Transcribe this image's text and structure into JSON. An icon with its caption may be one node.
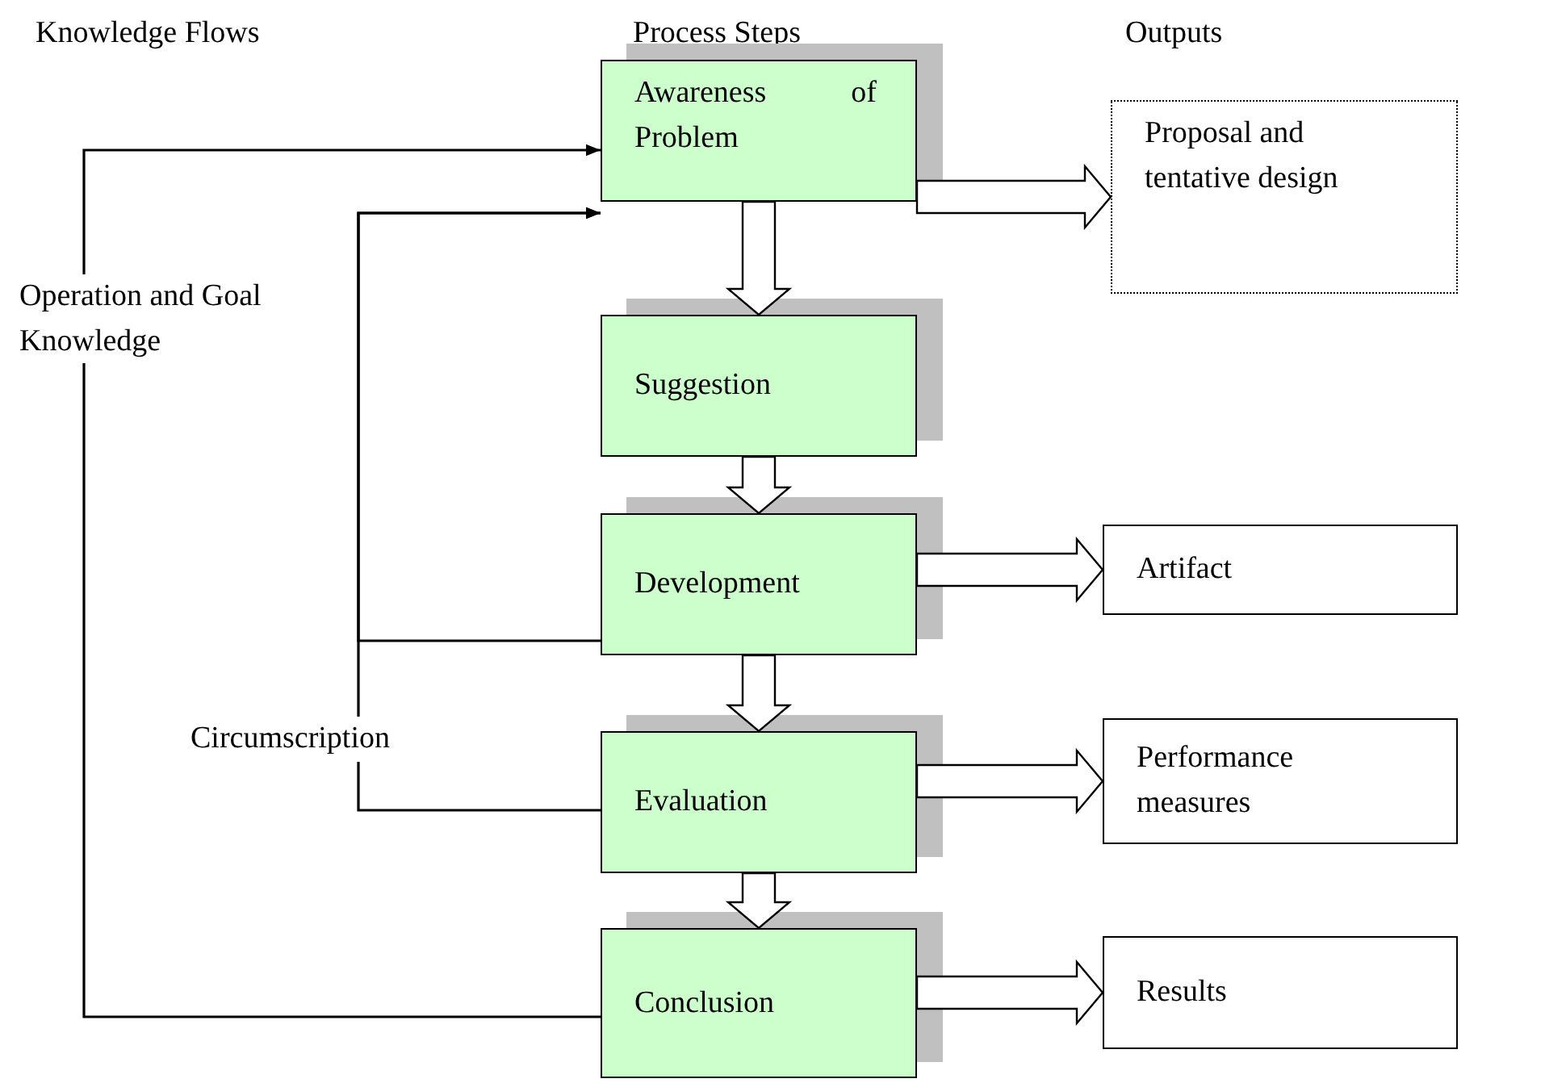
{
  "diagram": {
    "nodes": [
      {
        "text": [
          "Awareness of Problem"
        ]
      },
      {
        "text": [
          "Suggestion"
        ]
      },
      {
        "text": [
          "Development"
        ]
      },
      {
        "text": [
          "Evaluation"
        ]
      },
      {
        "text": [
          "Conclusion"
        ]
      },
      {
        "text": [
          "Proposal and tentative design"
        ]
      },
      {
        "text": [
          "Artifact"
        ]
      },
      {
        "text": [
          "Performance measures"
        ]
      },
      {
        "text": [
          "Results"
        ]
      }
    ],
    "edges": [
      {
        "from": 4,
        "to": 0,
        "arrow": "to",
        "label": "Operation and Goal Knowledge"
      },
      {
        "from": 2,
        "to": 0,
        "arrow": "to"
      },
      {
        "from": 3,
        "to": 0,
        "arrow": "to",
        "label": "Circumscription"
      },
      {
        "from": 0,
        "to": 1,
        "arrow": "to"
      },
      {
        "from": 1,
        "to": 2,
        "arrow": "to"
      },
      {
        "from": 2,
        "to": 3,
        "arrow": "to"
      },
      {
        "from": 3,
        "to": 4,
        "arrow": "to"
      },
      {
        "from": 0,
        "to": 5,
        "arrow": "to"
      },
      {
        "from": 2,
        "to": 6,
        "arrow": "to"
      },
      {
        "from": 3,
        "to": 7,
        "arrow": "to"
      },
      {
        "from": 4,
        "to": 8,
        "arrow": "to"
      }
    ],
    "labels": [
      "Knowledge Flows",
      "Process Steps",
      "Outputs"
    ]
  }
}
